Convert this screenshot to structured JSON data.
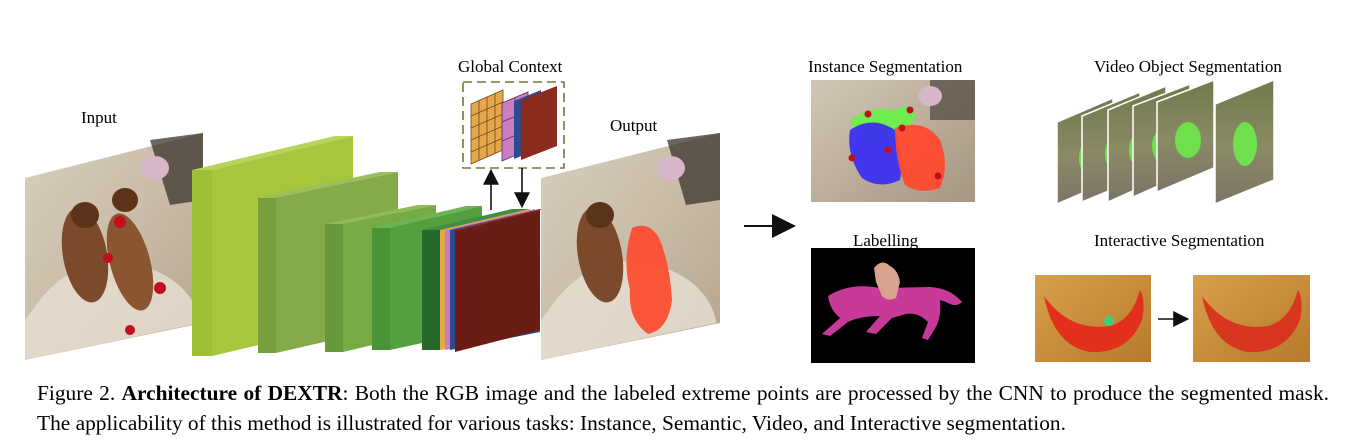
{
  "labels": {
    "input": "Input",
    "global_context": "Global Context",
    "output": "Output",
    "instance_segmentation": "Instance Segmentation",
    "video_object_segmentation": "Video Object Segmentation",
    "labelling": "Labelling",
    "interactive_segmentation": "Interactive Segmentation"
  },
  "caption": {
    "prefix": "Figure 2. ",
    "bold": "Architecture of DEXTR",
    "text": ": Both the RGB image and the labeled extreme points are processed by the CNN to produce the segmented mask. The applicability of this method is illustrated for various tasks: Instance, Semantic, Video, and Interactive segmentation."
  },
  "colors": {
    "layer_1": "#a6c63e",
    "layer_2": "#85ab49",
    "layer_3": "#76ab43",
    "layer_4": "#54a03f",
    "layer_5": "#2f7a33",
    "context_orange": "#e8a64a",
    "context_pink": "#c77fbf",
    "context_blue": "#2f4a8c",
    "context_red": "#8a2b1e",
    "mask_red": "#ff4a2e",
    "mask_green": "#6cf04a",
    "mask_blue": "#3b30f0",
    "labelling_magenta": "#c83a9a",
    "labelling_rider": "#d7a38d",
    "extreme_point": "#c0101c",
    "interactive_point": "#3fd07a"
  }
}
